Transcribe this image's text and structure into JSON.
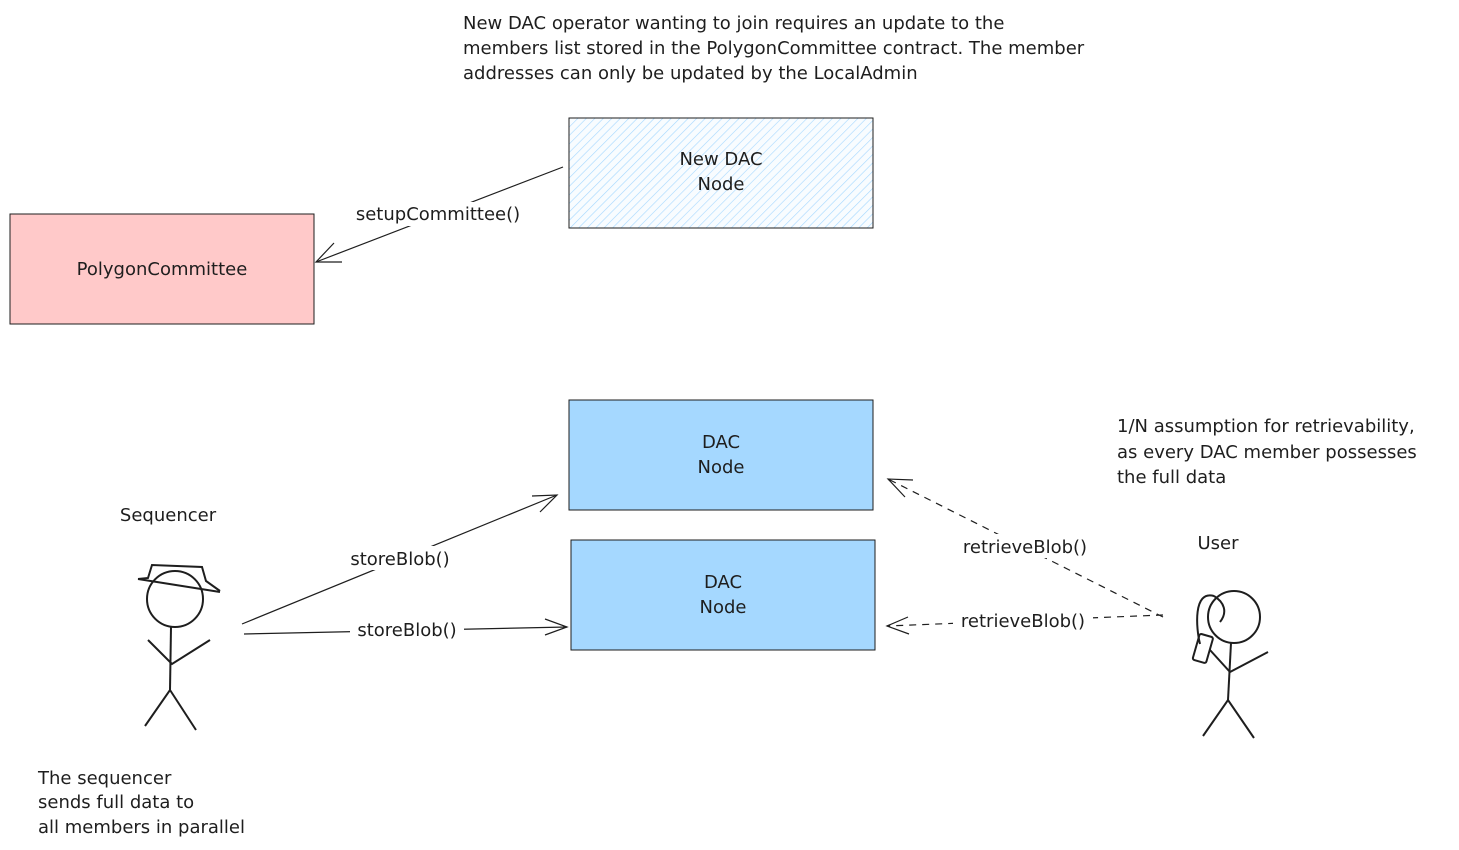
{
  "top_note": {
    "line1": "New DAC operator wanting to join requires an update to the",
    "line2": "members list stored in the PolygonCommittee contract. The member",
    "line3": "addresses can only be updated by the LocalAdmin"
  },
  "nodes": {
    "new_dac_node": {
      "line1": "New DAC",
      "line2": "Node",
      "fill": "#e7f5ff",
      "hatch": "#a5d8ff"
    },
    "polygon_committee": {
      "label": "PolygonCommittee",
      "fill": "#ffc9c9"
    },
    "dac_node_1": {
      "line1": "DAC",
      "line2": "Node",
      "fill": "#a5d8ff"
    },
    "dac_node_2": {
      "line1": "DAC",
      "line2": "Node",
      "fill": "#a5d8ff"
    }
  },
  "edges": {
    "setup_committee": "setupCommittee()",
    "store_blob_1": "storeBlob()",
    "store_blob_2": "storeBlob()",
    "retrieve_blob_1": "retrieveBlob()",
    "retrieve_blob_2": "retrieveBlob()"
  },
  "actors": {
    "sequencer": "Sequencer",
    "user": "User"
  },
  "sequencer_note": {
    "line1": "The sequencer",
    "line2": "sends full data to",
    "line3": "all members in parallel"
  },
  "user_note": {
    "line1": "1/N assumption for retrievability,",
    "line2": "as every DAC member possesses",
    "line3": "the full data"
  },
  "colors": {
    "stroke": "#1e1e1e",
    "committee_fill": "#ffc9c9",
    "dac_fill": "#a5d8ff",
    "new_dac_fill": "#e7f5ff"
  }
}
